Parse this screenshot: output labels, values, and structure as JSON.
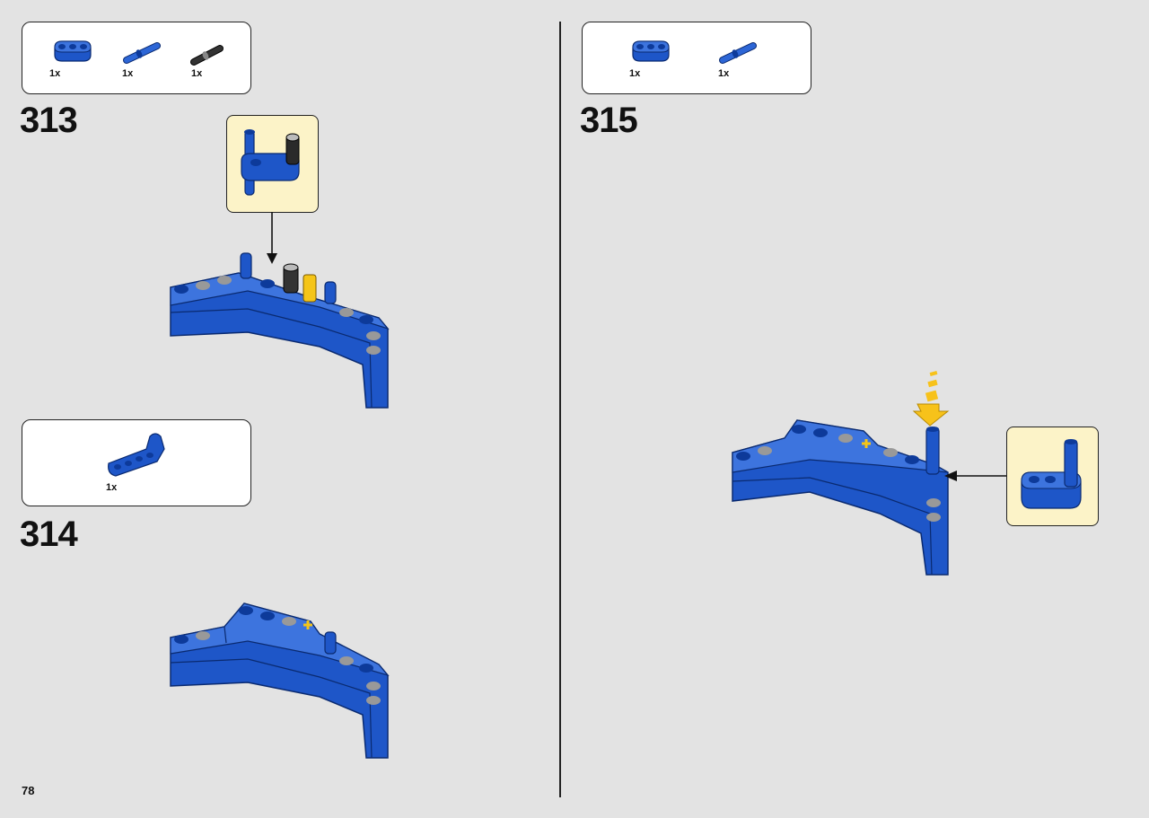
{
  "page": {
    "number": "78"
  },
  "colors": {
    "brick_blue": "#1e56c8",
    "brick_blue_dark": "#0d3a9a",
    "callout_bg": "#fcf3c8",
    "arrow_yellow": "#f7c21a",
    "page_bg": "#e3e3e3"
  },
  "steps": [
    {
      "number": "313",
      "parts": [
        {
          "icon": "blue-beam-3-icon",
          "qty": "1x"
        },
        {
          "icon": "blue-axle-pin-icon",
          "qty": "1x"
        },
        {
          "icon": "black-pin-icon",
          "qty": "1x"
        }
      ]
    },
    {
      "number": "314",
      "parts": [
        {
          "icon": "blue-angled-beam-icon",
          "qty": "1x"
        }
      ]
    },
    {
      "number": "315",
      "parts": [
        {
          "icon": "blue-beam-3-icon",
          "qty": "1x"
        },
        {
          "icon": "blue-axle-pin-icon",
          "qty": "1x"
        }
      ]
    }
  ]
}
